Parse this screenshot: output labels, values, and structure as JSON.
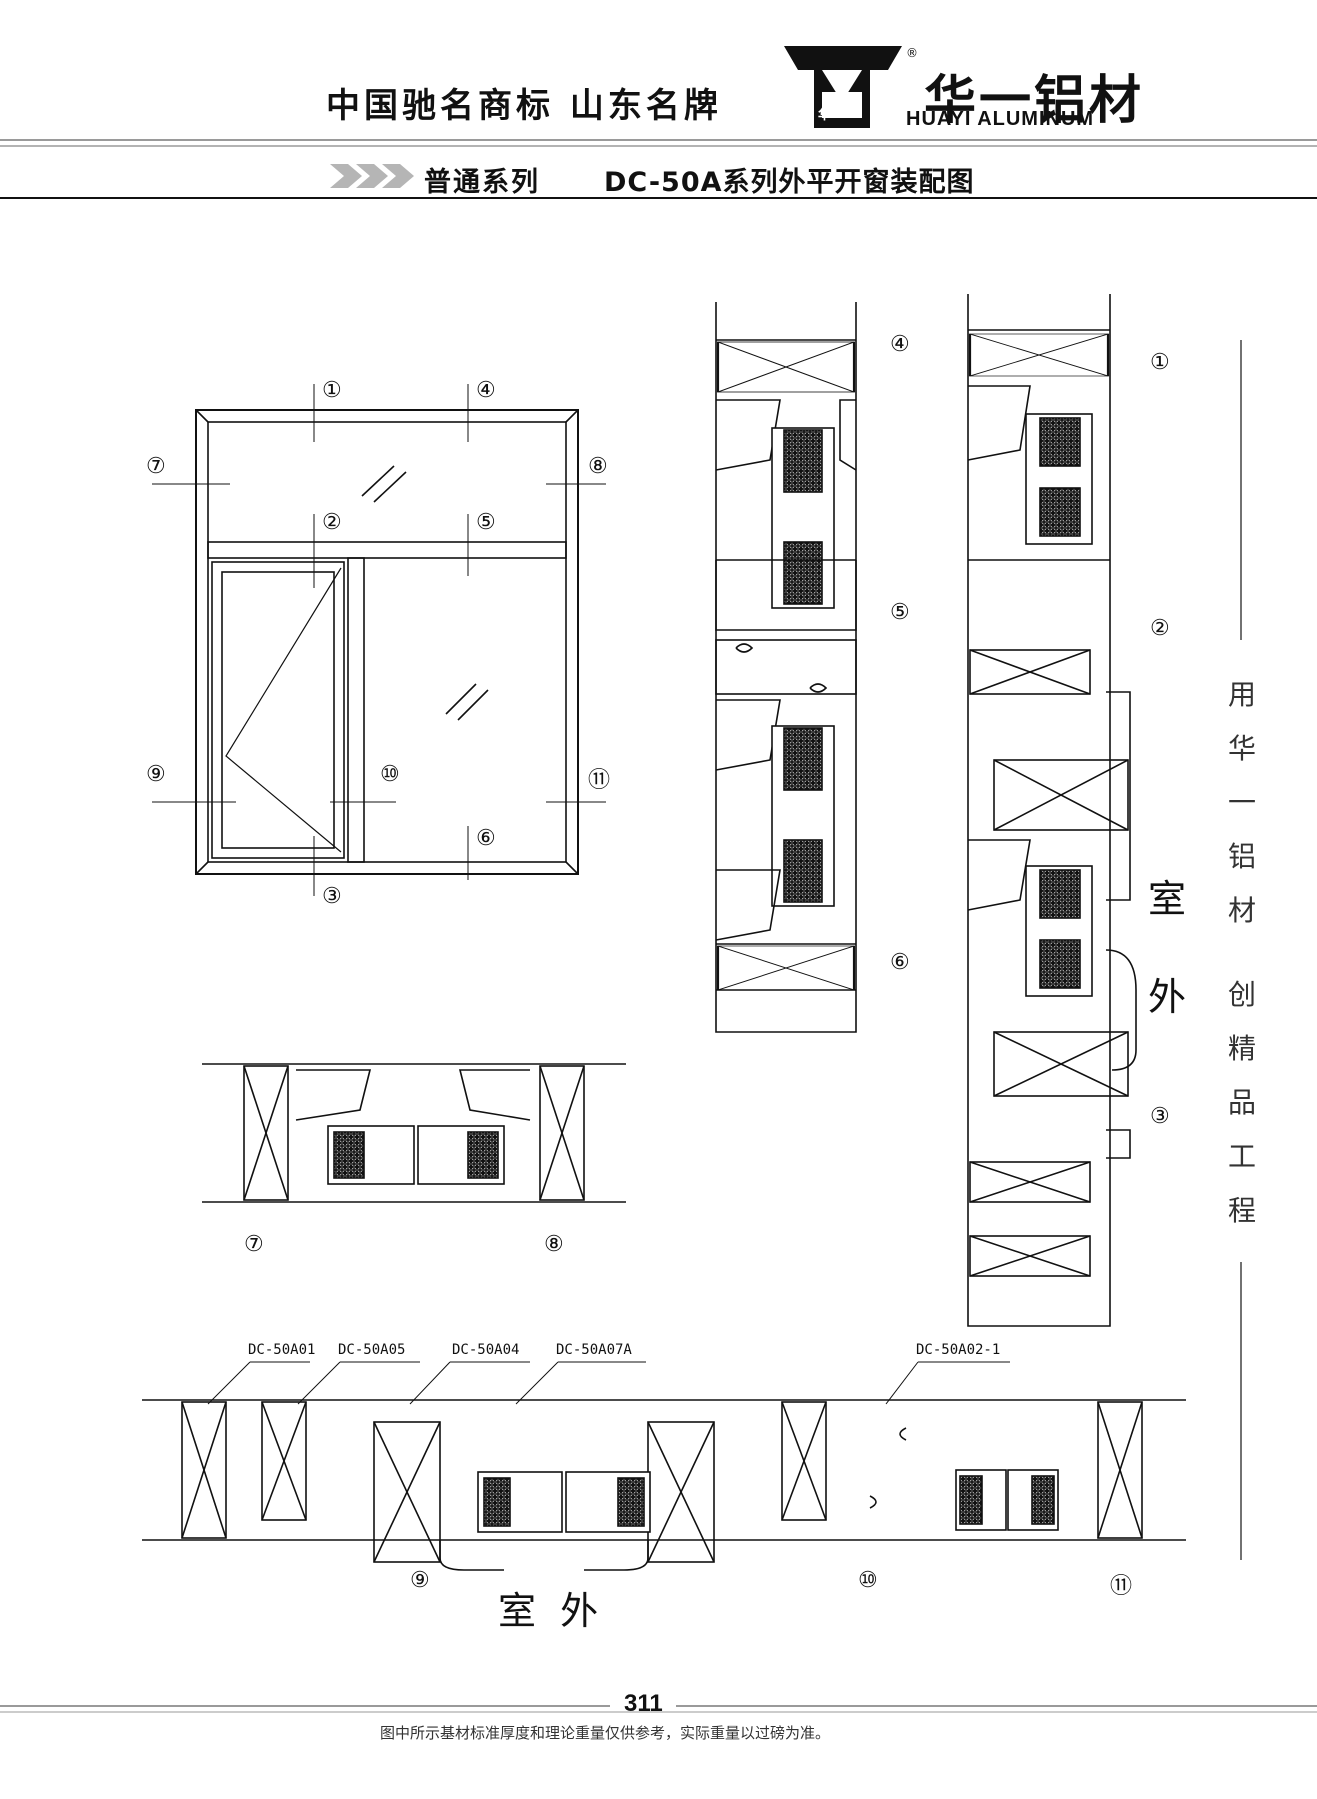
{
  "header": {
    "slogan": "中国驰名商标  山东名牌",
    "brand_cn": "华一铝材",
    "brand_en": "HUAYI ALUMINUM",
    "logo_text": "华一",
    "registered_mark": "®"
  },
  "subheader": {
    "series": "普通系列",
    "title": "DC-50A系列外平开窗装配图"
  },
  "side_slogan": [
    "用",
    "华",
    "一",
    "铝",
    "材",
    "创",
    "精",
    "品",
    "工",
    "程"
  ],
  "outdoor_label_vertical": [
    "室",
    "外"
  ],
  "outdoor_label_horizontal": "室  外",
  "callouts": {
    "c1": "①",
    "c2": "②",
    "c3": "③",
    "c4": "④",
    "c5": "⑤",
    "c6": "⑥",
    "c7": "⑦",
    "c8": "⑧",
    "c9": "⑨",
    "c10": "⑩",
    "c11": "⑪"
  },
  "profile_labels": {
    "p1": "DC-50A01",
    "p2": "DC-50A05",
    "p3": "DC-50A04",
    "p4": "DC-50A07A",
    "p5": "DC-50A02-1"
  },
  "footer": {
    "page_number": "311",
    "note": "图中所示基材标准厚度和理论重量仅供参考，实际重量以过磅为准。"
  },
  "colors": {
    "line": "#111111",
    "rule_gray": "#9a9a9a",
    "arrow_gray": "#b5b5b5"
  }
}
